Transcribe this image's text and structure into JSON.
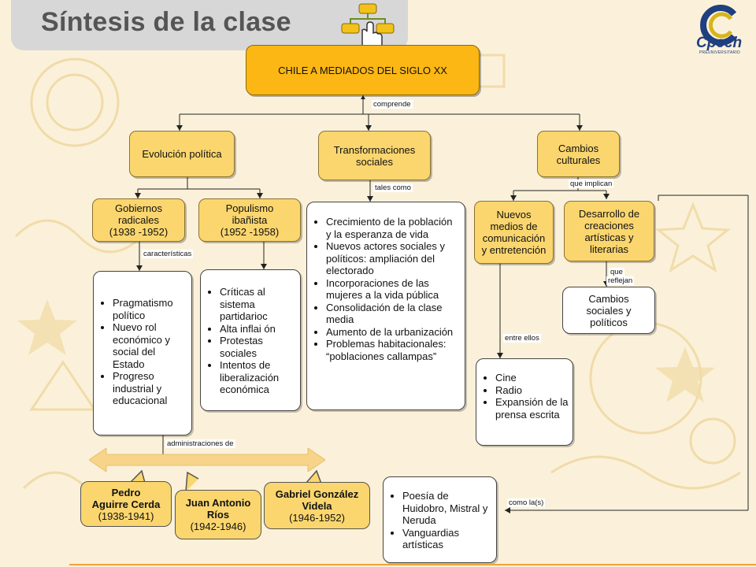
{
  "header": {
    "title": "Síntesis de la clase"
  },
  "logo": {
    "brand": "Cpech",
    "tagline": "PREUNIVERSITARIO"
  },
  "colors": {
    "main_box": "#fcb714",
    "yellow_box": "#fbd66e",
    "white_box": "#ffffff",
    "background": "#fbf1da"
  },
  "nodes": {
    "main": "CHILE A MEDIADOS DEL SIGLO XX",
    "evolucion": "Evolución política",
    "transformaciones": "Transformaciones sociales",
    "cambios_culturales": "Cambios culturales",
    "gobiernos": [
      "Gobiernos",
      "radicales",
      "(1938 -1952)"
    ],
    "populismo": [
      "Populismo",
      "ibañista",
      "(1952 -1958)"
    ],
    "nuevos_medios": [
      "Nuevos",
      "medios de",
      "comunicación",
      "y entretención"
    ],
    "desarrollo": [
      "Desarrollo de",
      "creaciones",
      "artísticas y",
      "literarias"
    ],
    "cambios_sociales": [
      "Cambios",
      "sociales y",
      "políticos"
    ]
  },
  "lists": {
    "radicales": [
      "Pragmatismo político",
      "Nuevo rol económico y social del Estado",
      "Progreso industrial y educacional"
    ],
    "populismo": [
      "Críticas al sistema partidarioc",
      "Alta inflai ón",
      "Protestas sociales",
      "Intentos de liberalización económica"
    ],
    "transformaciones": [
      "Crecimiento de la población y la esperanza de vida",
      "Nuevos actores sociales y políticos: ampliación del electorado",
      "Incorporaciones de las mujeres a la vida pública",
      "Consolidación de la clase media",
      "Aumento de la urbanización",
      "Problemas habitacionales: “poblaciones callampas”"
    ],
    "medios": [
      "Cine",
      "Radio",
      "Expansión de la prensa escrita"
    ],
    "creaciones": [
      "Poesía de Huidobro, Mistral y Neruda",
      "Vanguardias artísticas"
    ]
  },
  "labels": {
    "comprende": "comprende",
    "tales_como": "tales como",
    "que_implican": "que implican",
    "caracteristicas": "características",
    "que_reflejan_1": "que",
    "que_reflejan_2": "reflejan",
    "entre_ellos": "entre ellos",
    "administraciones": "administraciones de",
    "como_las": "como la(s)"
  },
  "presidents": [
    {
      "name_1": "Pedro",
      "name_2": "Aguirre Cerda",
      "years": "(1938-1941)"
    },
    {
      "name_1": "Juan Antonio",
      "name_2": "Ríos",
      "years": "(1942-1946)"
    },
    {
      "name_1": "Gabriel González",
      "name_2": "Videla",
      "years": "(1946-1952)"
    }
  ]
}
